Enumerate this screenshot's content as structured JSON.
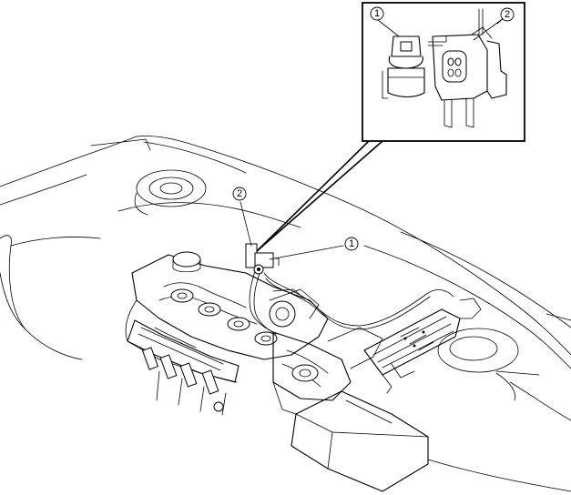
{
  "callouts": {
    "detail_1": "1",
    "detail_2": "2",
    "main_1": "1",
    "main_2": "2"
  }
}
